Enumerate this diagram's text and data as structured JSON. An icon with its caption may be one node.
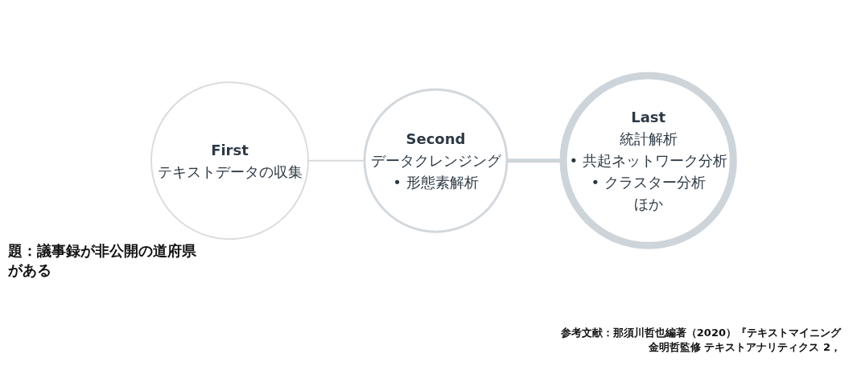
{
  "diagram": {
    "nodes": [
      {
        "text": [
          "First",
          "テキストデータの収集"
        ]
      },
      {
        "text": [
          "Second",
          "データクレンジング",
          "• 形態素解析"
        ]
      },
      {
        "text": [
          "Last",
          "統計解析",
          "• 共起ネットワーク分析",
          "• クラスター分析",
          "ほか"
        ]
      }
    ],
    "edges": [
      {
        "from": 0,
        "to": 1,
        "arrow": "none"
      },
      {
        "from": 1,
        "to": 2,
        "arrow": "none",
        "style": "thick"
      }
    ],
    "labels": [
      "題：議事録が非公開の道府県がある",
      "参考文献：那須川哲也編著（2020）『テキストマイニング",
      "金明哲監修 テキストアナリティクス 2，"
    ]
  }
}
